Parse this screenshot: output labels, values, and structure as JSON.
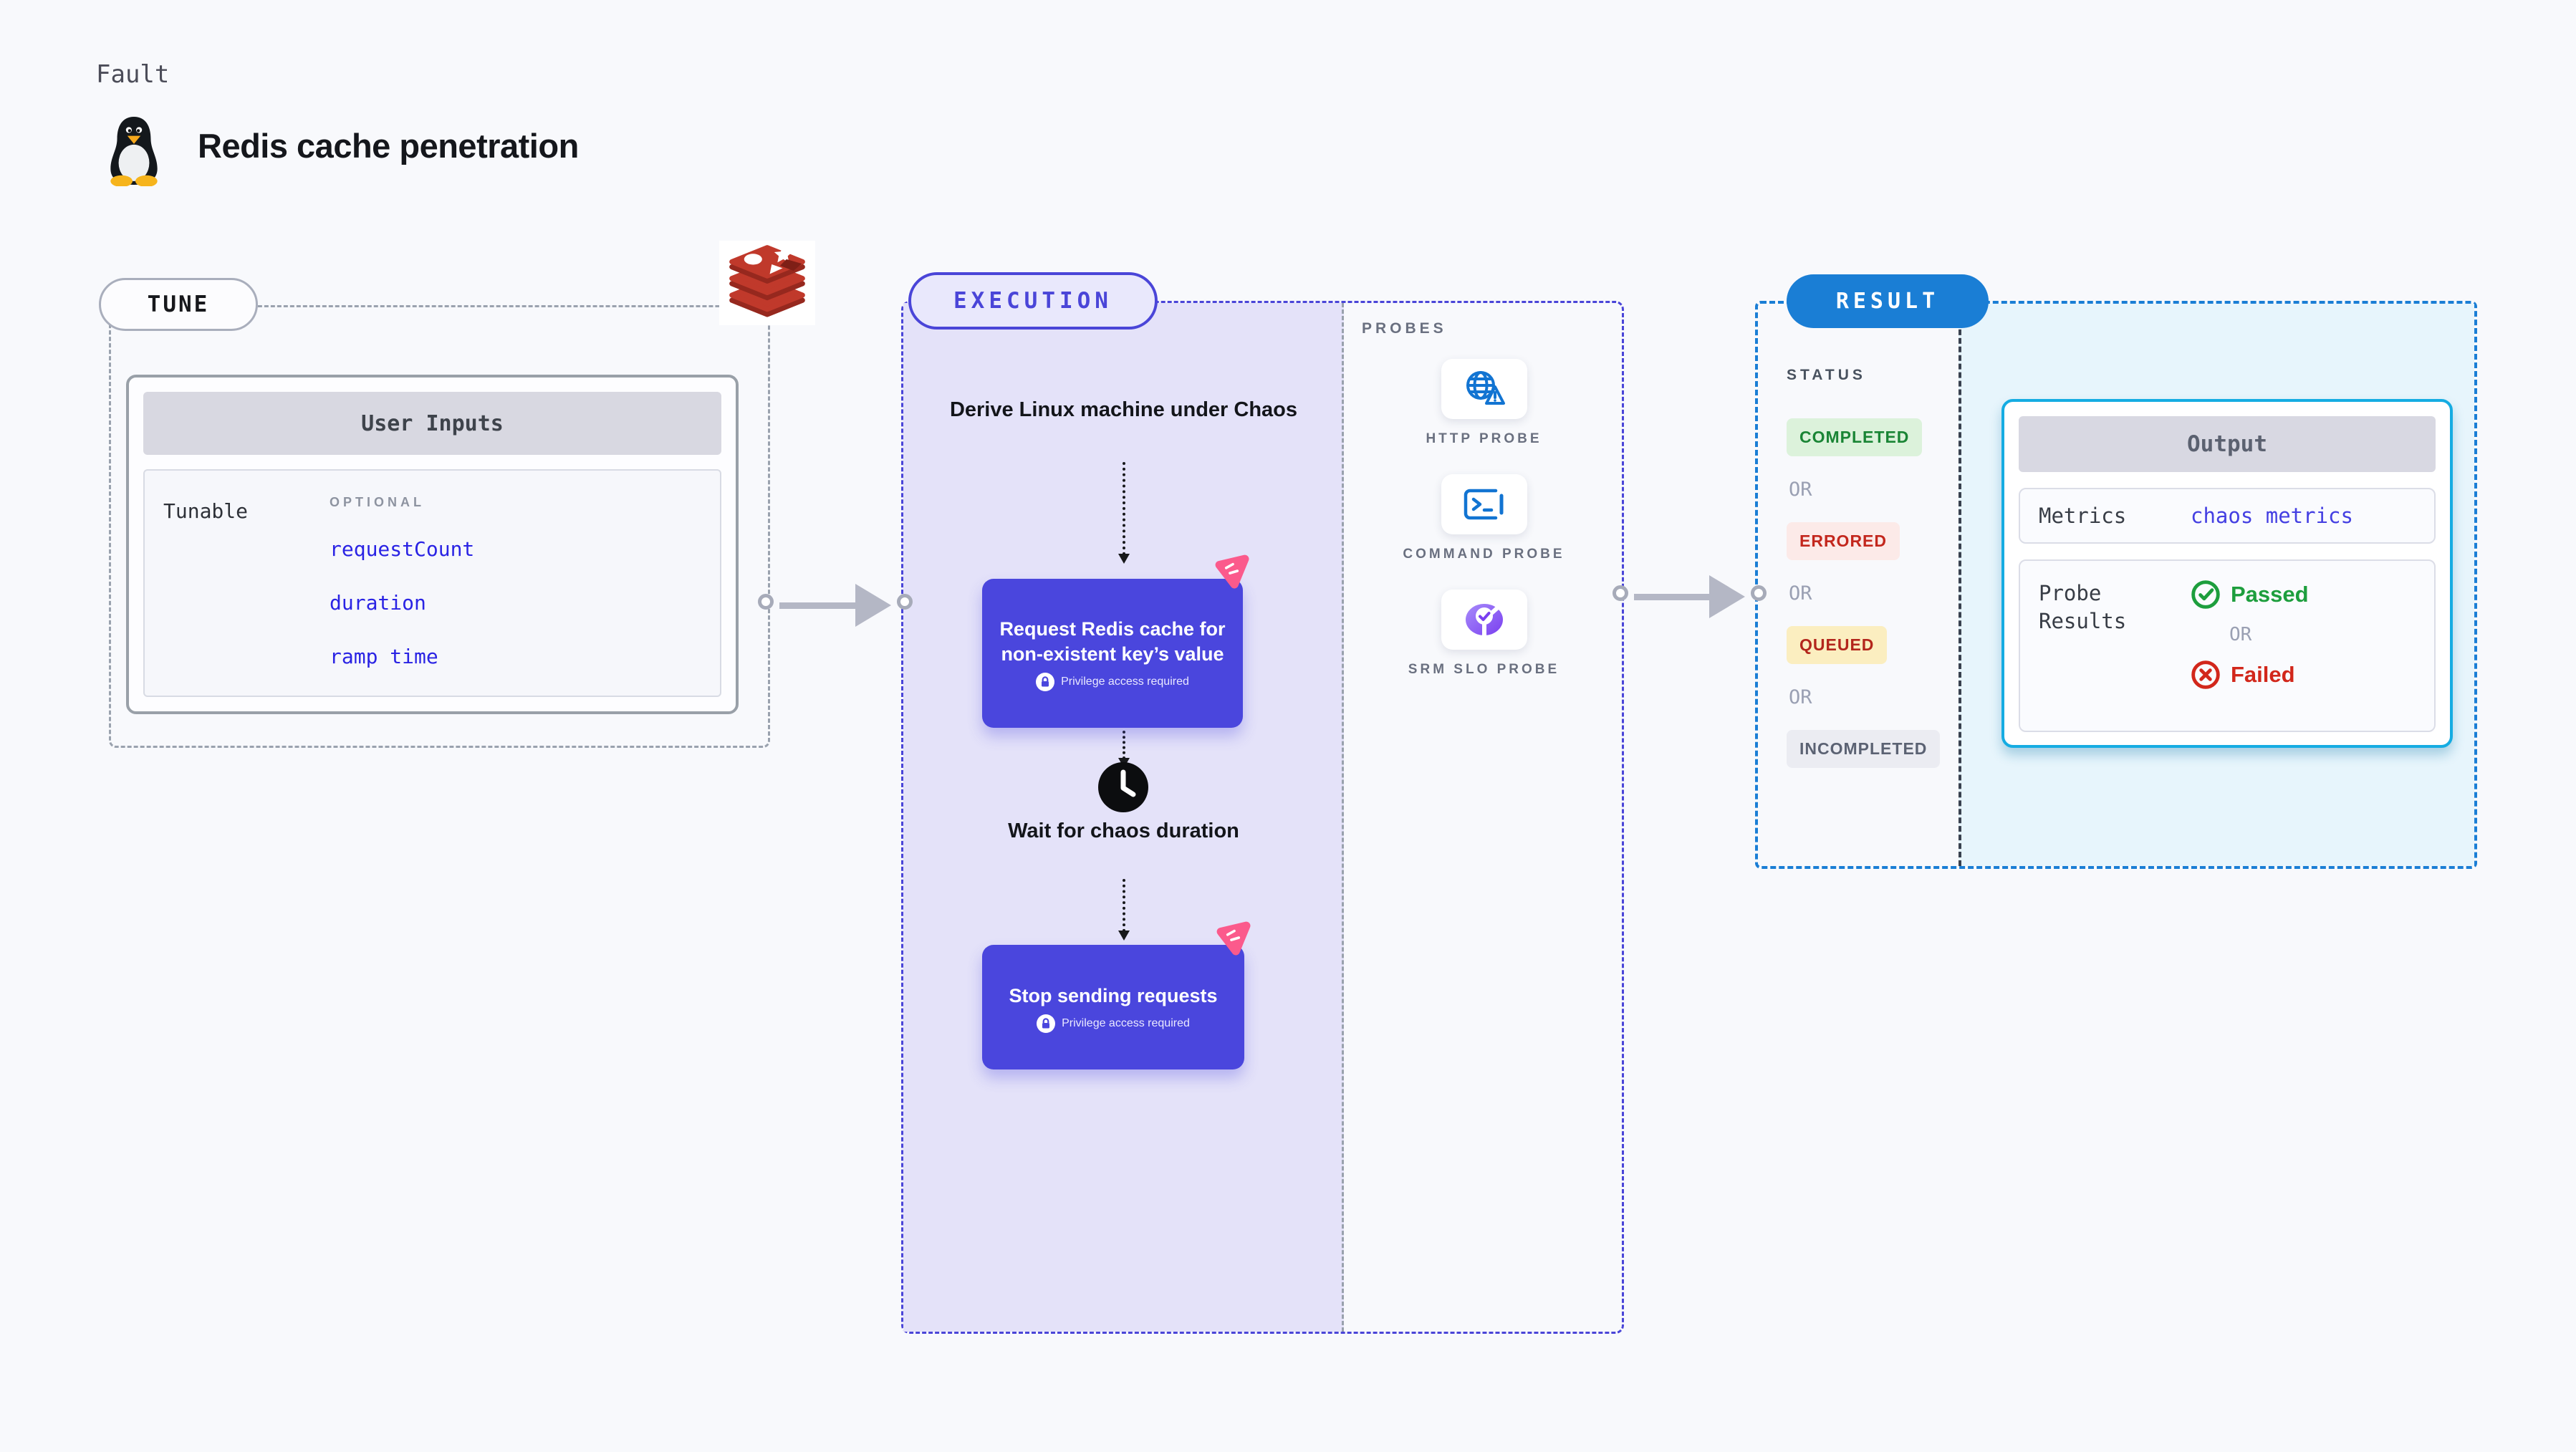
{
  "header": {
    "eyebrow": "Fault",
    "title": "Redis cache penetration"
  },
  "tune": {
    "label": "TUNE",
    "user_inputs": {
      "title": "User Inputs",
      "row_label": "Tunable",
      "row_tag": "OPTIONAL",
      "params": [
        "requestCount",
        "duration",
        "ramp time"
      ]
    }
  },
  "execution": {
    "label": "EXECUTION",
    "start_node": "Derive Linux machine under Chaos",
    "step1": {
      "title": "Request Redis cache for non-existent key’s value",
      "note": "Privilege access required"
    },
    "wait_node": "Wait for chaos duration",
    "step2": {
      "title": "Stop sending requests",
      "note": "Privilege access required"
    },
    "probes": {
      "label": "PROBES",
      "items": [
        {
          "name": "HTTP PROBE",
          "icon": "globe-warning-icon"
        },
        {
          "name": "COMMAND PROBE",
          "icon": "terminal-icon"
        },
        {
          "name": "SRM SLO PROBE",
          "icon": "slo-donut-icon"
        }
      ]
    }
  },
  "result": {
    "label": "RESULT",
    "status": {
      "label": "STATUS",
      "or_label": "OR",
      "badges": [
        {
          "text": "COMPLETED",
          "type": "success"
        },
        {
          "text": "ERRORED",
          "type": "error"
        },
        {
          "text": "QUEUED",
          "type": "warning"
        },
        {
          "text": "INCOMPLETED",
          "type": "neutral"
        }
      ]
    },
    "output": {
      "title": "Output",
      "metrics_label": "Metrics",
      "metrics_value": "chaos metrics",
      "probe_results_label": "Probe Results",
      "passed": "Passed",
      "or_label": "OR",
      "failed": "Failed"
    }
  },
  "colors": {
    "background": "#f8f9fc",
    "execution_accent": "#4a45d8",
    "execution_fill": "#e4e2f9",
    "step_box": "#4a46dd",
    "result_accent": "#1a7ed5",
    "result_fill": "#e7f5fc",
    "output_border": "#15ace2",
    "link_blue": "#2a23e4",
    "success_green": "#1a8535",
    "error_red": "#c3271d",
    "queued_bg": "#fbeec0",
    "pink_icon": "#fb5a8c",
    "redis_red": "#c0392b"
  }
}
